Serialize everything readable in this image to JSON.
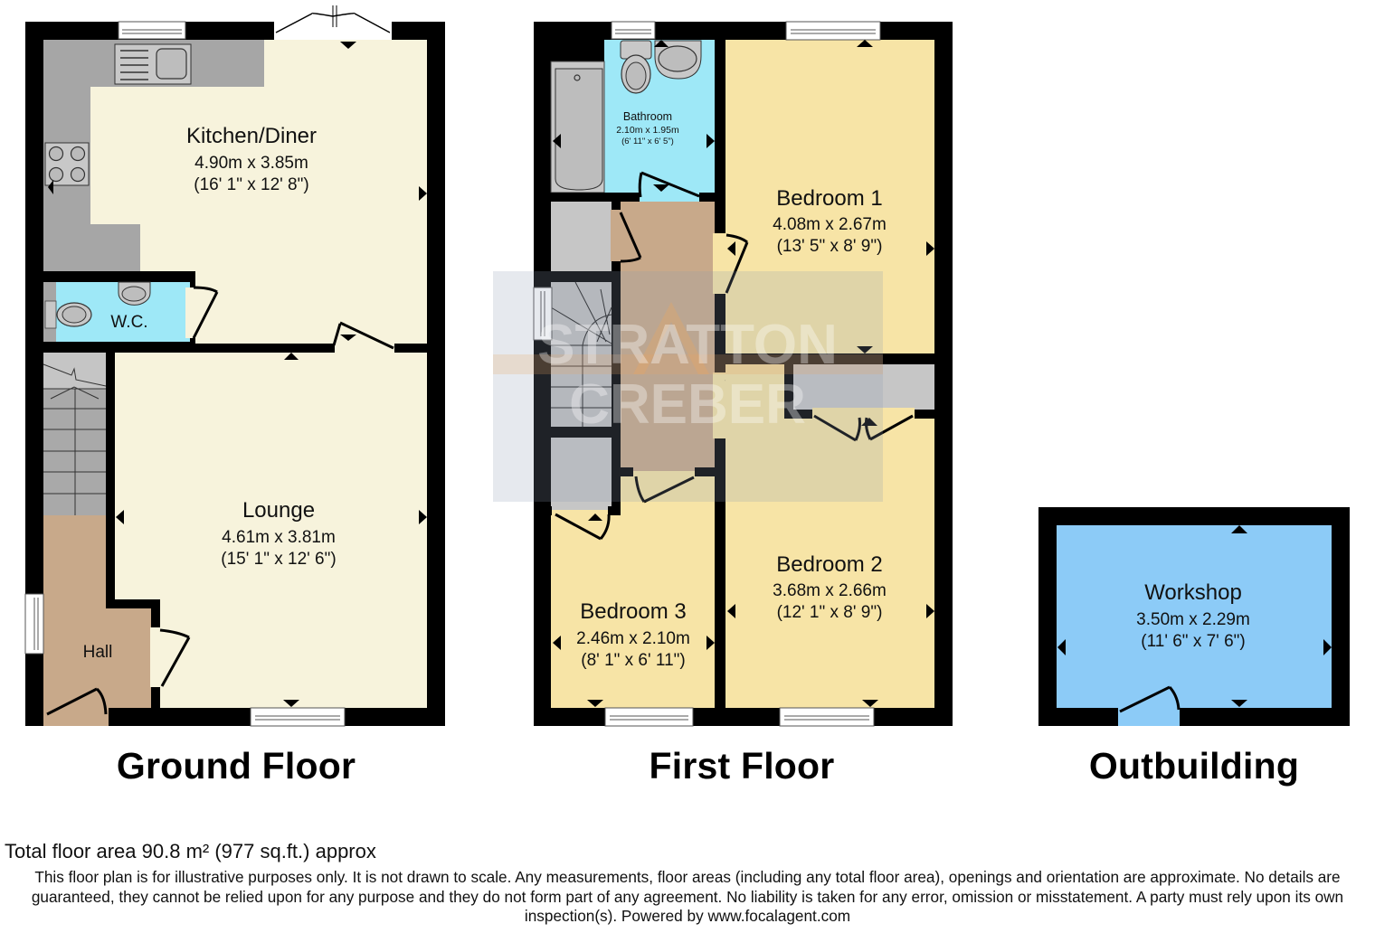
{
  "colors": {
    "wall": "#000000",
    "kitchen_floor": "#f7f3dc",
    "kitchen_units": "#a6a6a6",
    "wc_bathroom": "#9ee8f7",
    "hall_landing": "#c8a98a",
    "stairs": "#a9a9a9",
    "bedroom": "#f7e4a6",
    "cupboard": "#c6c6c6",
    "workshop": "#8ccbf7",
    "watermark": "#7f8fa8"
  },
  "watermark": {
    "line1": "STRATTON",
    "line2": "CREBER"
  },
  "ground_floor": {
    "title": "Ground Floor",
    "rooms": [
      {
        "name": "Kitchen/Diner",
        "dims_metric": "4.90m x 3.85m",
        "dims_imperial": "(16' 1\" x 12' 8\")"
      },
      {
        "name": "W.C."
      },
      {
        "name": "Lounge",
        "dims_metric": "4.61m x 3.81m",
        "dims_imperial": "(15' 1\" x 12' 6\")"
      },
      {
        "name": "Hall"
      }
    ]
  },
  "first_floor": {
    "title": "First Floor",
    "rooms": [
      {
        "name": "Bathroom",
        "dims_metric": "2.10m x 1.95m",
        "dims_imperial": "(6' 11\" x 6' 5\")"
      },
      {
        "name": "Bedroom 1",
        "dims_metric": "4.08m x 2.67m",
        "dims_imperial": "(13' 5\" x 8' 9\")"
      },
      {
        "name": "Bedroom 2",
        "dims_metric": "3.68m x 2.66m",
        "dims_imperial": "(12' 1\" x 8' 9\")"
      },
      {
        "name": "Bedroom 3",
        "dims_metric": "2.46m x 2.10m",
        "dims_imperial": "(8' 1\" x 6' 11\")"
      }
    ]
  },
  "outbuilding": {
    "title": "Outbuilding",
    "rooms": [
      {
        "name": "Workshop",
        "dims_metric": "3.50m x 2.29m",
        "dims_imperial": "(11' 6\" x 7' 6\")"
      }
    ]
  },
  "footer": {
    "total_area": "Total floor area 90.8 m² (977 sq.ft.) approx",
    "disclaimer": "This floor plan is for illustrative purposes only. It is not drawn to scale. Any measurements, floor areas (including any total floor area), openings and orientation are approximate. No details are guaranteed, they cannot be relied upon for any purpose and they do not form part of any agreement. No liability is taken for any error, omission or misstatement. A party must rely upon its own inspection(s). Powered by www.focalagent.com"
  }
}
